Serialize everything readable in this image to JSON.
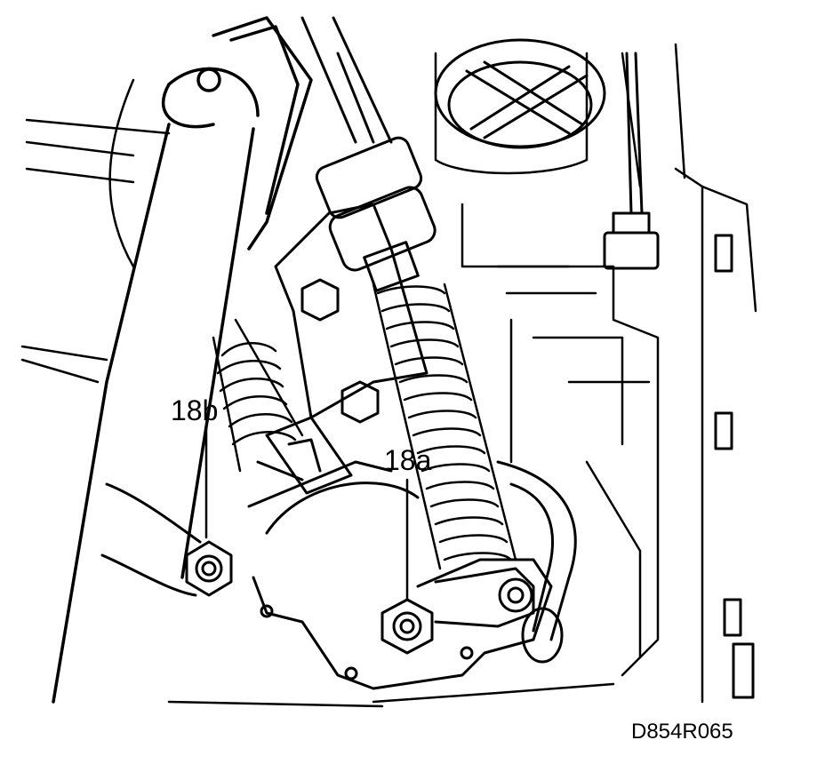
{
  "callouts": {
    "label_a": "18a",
    "label_b": "18b"
  },
  "figure_code": "D854R065",
  "colors": {
    "ink": "#000000",
    "paper": "#ffffff"
  }
}
